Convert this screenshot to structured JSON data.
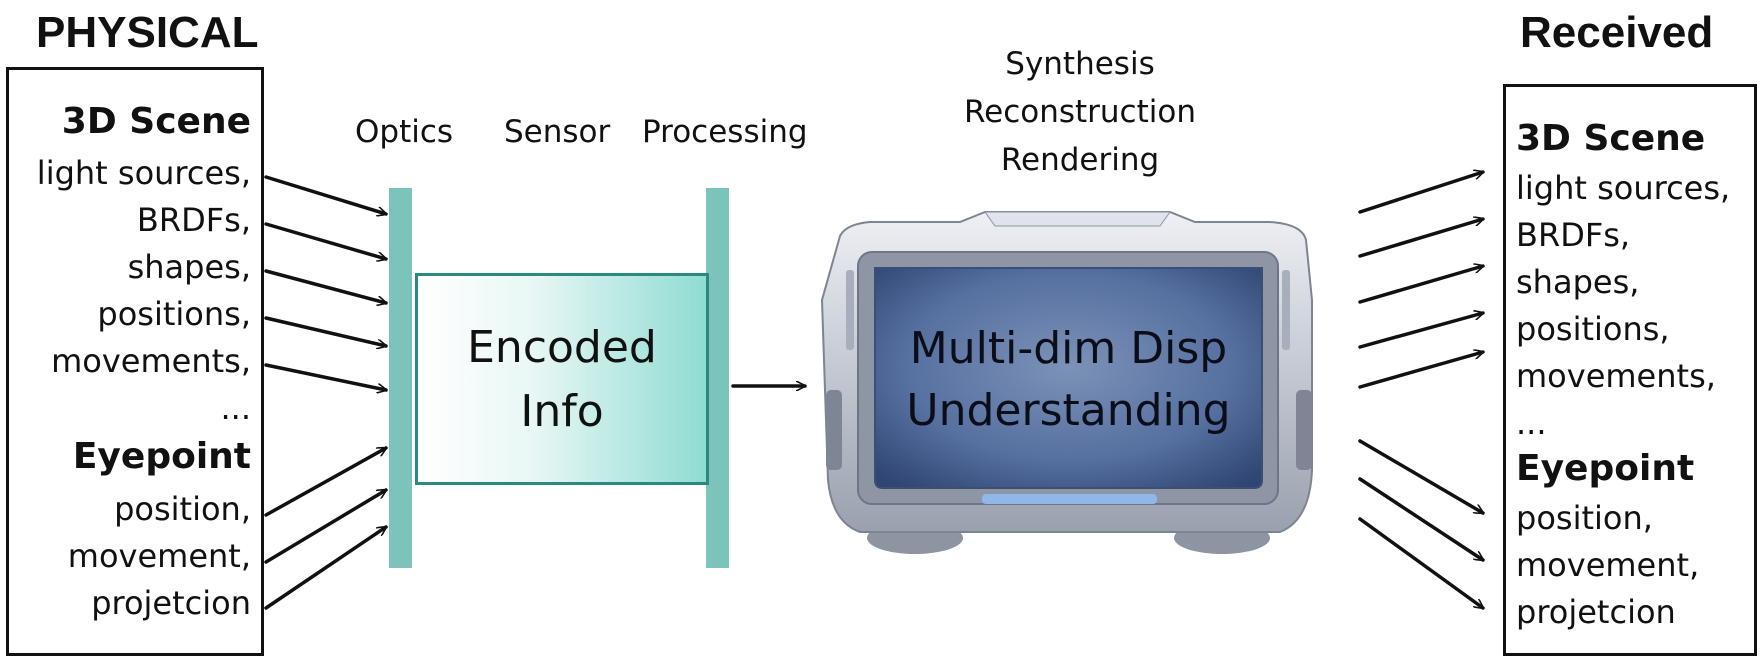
{
  "left": {
    "title": "PHYSICAL",
    "scene_heading": "3D Scene",
    "scene_items": [
      "light sources,",
      "BRDFs,",
      "shapes,",
      "positions,",
      "movements,",
      "..."
    ],
    "eye_heading": "Eyepoint",
    "eye_items": [
      "position,",
      "movement,",
      "projetcion"
    ]
  },
  "stages": {
    "optics": "Optics",
    "sensor": "Sensor",
    "processing": "Processing"
  },
  "encoded": {
    "line1": "Encoded",
    "line2": "Info"
  },
  "synthesis": {
    "line1": "Synthesis",
    "line2": "Reconstruction",
    "line3": "Rendering"
  },
  "display": {
    "line1": "Multi-dim Disp",
    "line2": "Understanding"
  },
  "right": {
    "title": "Received",
    "scene_heading": "3D Scene",
    "scene_items": [
      "light sources,",
      "BRDFs,",
      "shapes,",
      "positions,",
      "movements,",
      "..."
    ],
    "eye_heading": "Eyepoint",
    "eye_items": [
      "position,",
      "movement,",
      "projetcion"
    ]
  },
  "colors": {
    "bar": "#7cc4bb",
    "encoded_border": "#2a8a80",
    "screen": "#4a6a96",
    "frame": "#b9bfcb"
  }
}
